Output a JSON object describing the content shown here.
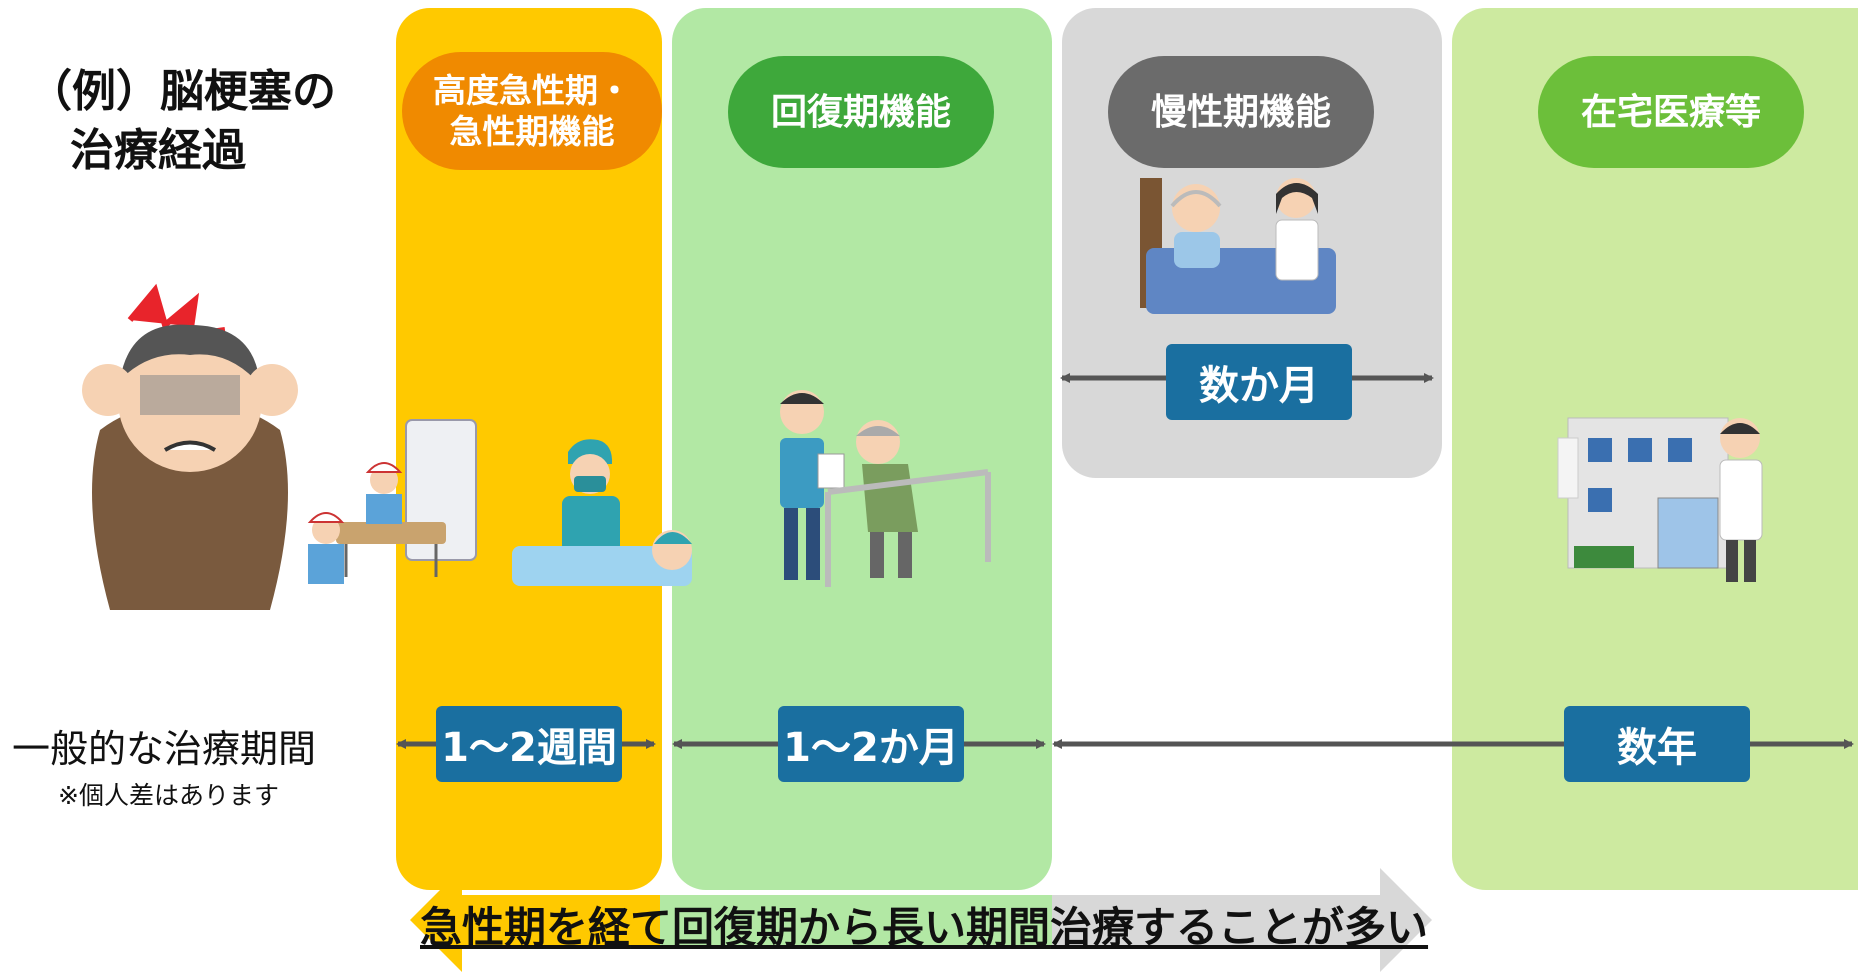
{
  "title": {
    "line1": "（例）脳梗塞の",
    "line2": "治療経過"
  },
  "colors": {
    "acute": "#ffc900",
    "acute_label": "#f08a00",
    "recovery": "#b2e8a4",
    "recovery_label": "#3ea83b",
    "chronic": "#d8d8d8",
    "chronic_label": "#6b6b6b",
    "home": "#cdeaa0",
    "home_label": "#6cbf3a",
    "duration_box": "#1a6fa0"
  },
  "phases": [
    {
      "label_line1": "高度急性期・",
      "label_line2": "急性期機能"
    },
    {
      "label": "回復期機能"
    },
    {
      "label": "慢性期機能"
    },
    {
      "label": "在宅医療等"
    }
  ],
  "durations": {
    "acute": "1〜2週間",
    "recovery": "1〜2か月",
    "chronic": "数か月",
    "home": "数年"
  },
  "period_label": "一般的な治療期間",
  "period_note": "※個人差はあります",
  "bottom_text": {
    "part_acute": "急性期を経",
    "part_recovery": "て回復期から長い期間",
    "part_rest": "治療することが多い"
  },
  "illustrations": [
    "headache-patient",
    "ambulance-stretcher",
    "surgeon-patient",
    "rehab-walking",
    "nurse-elderly-bed",
    "clinic-doctor"
  ]
}
